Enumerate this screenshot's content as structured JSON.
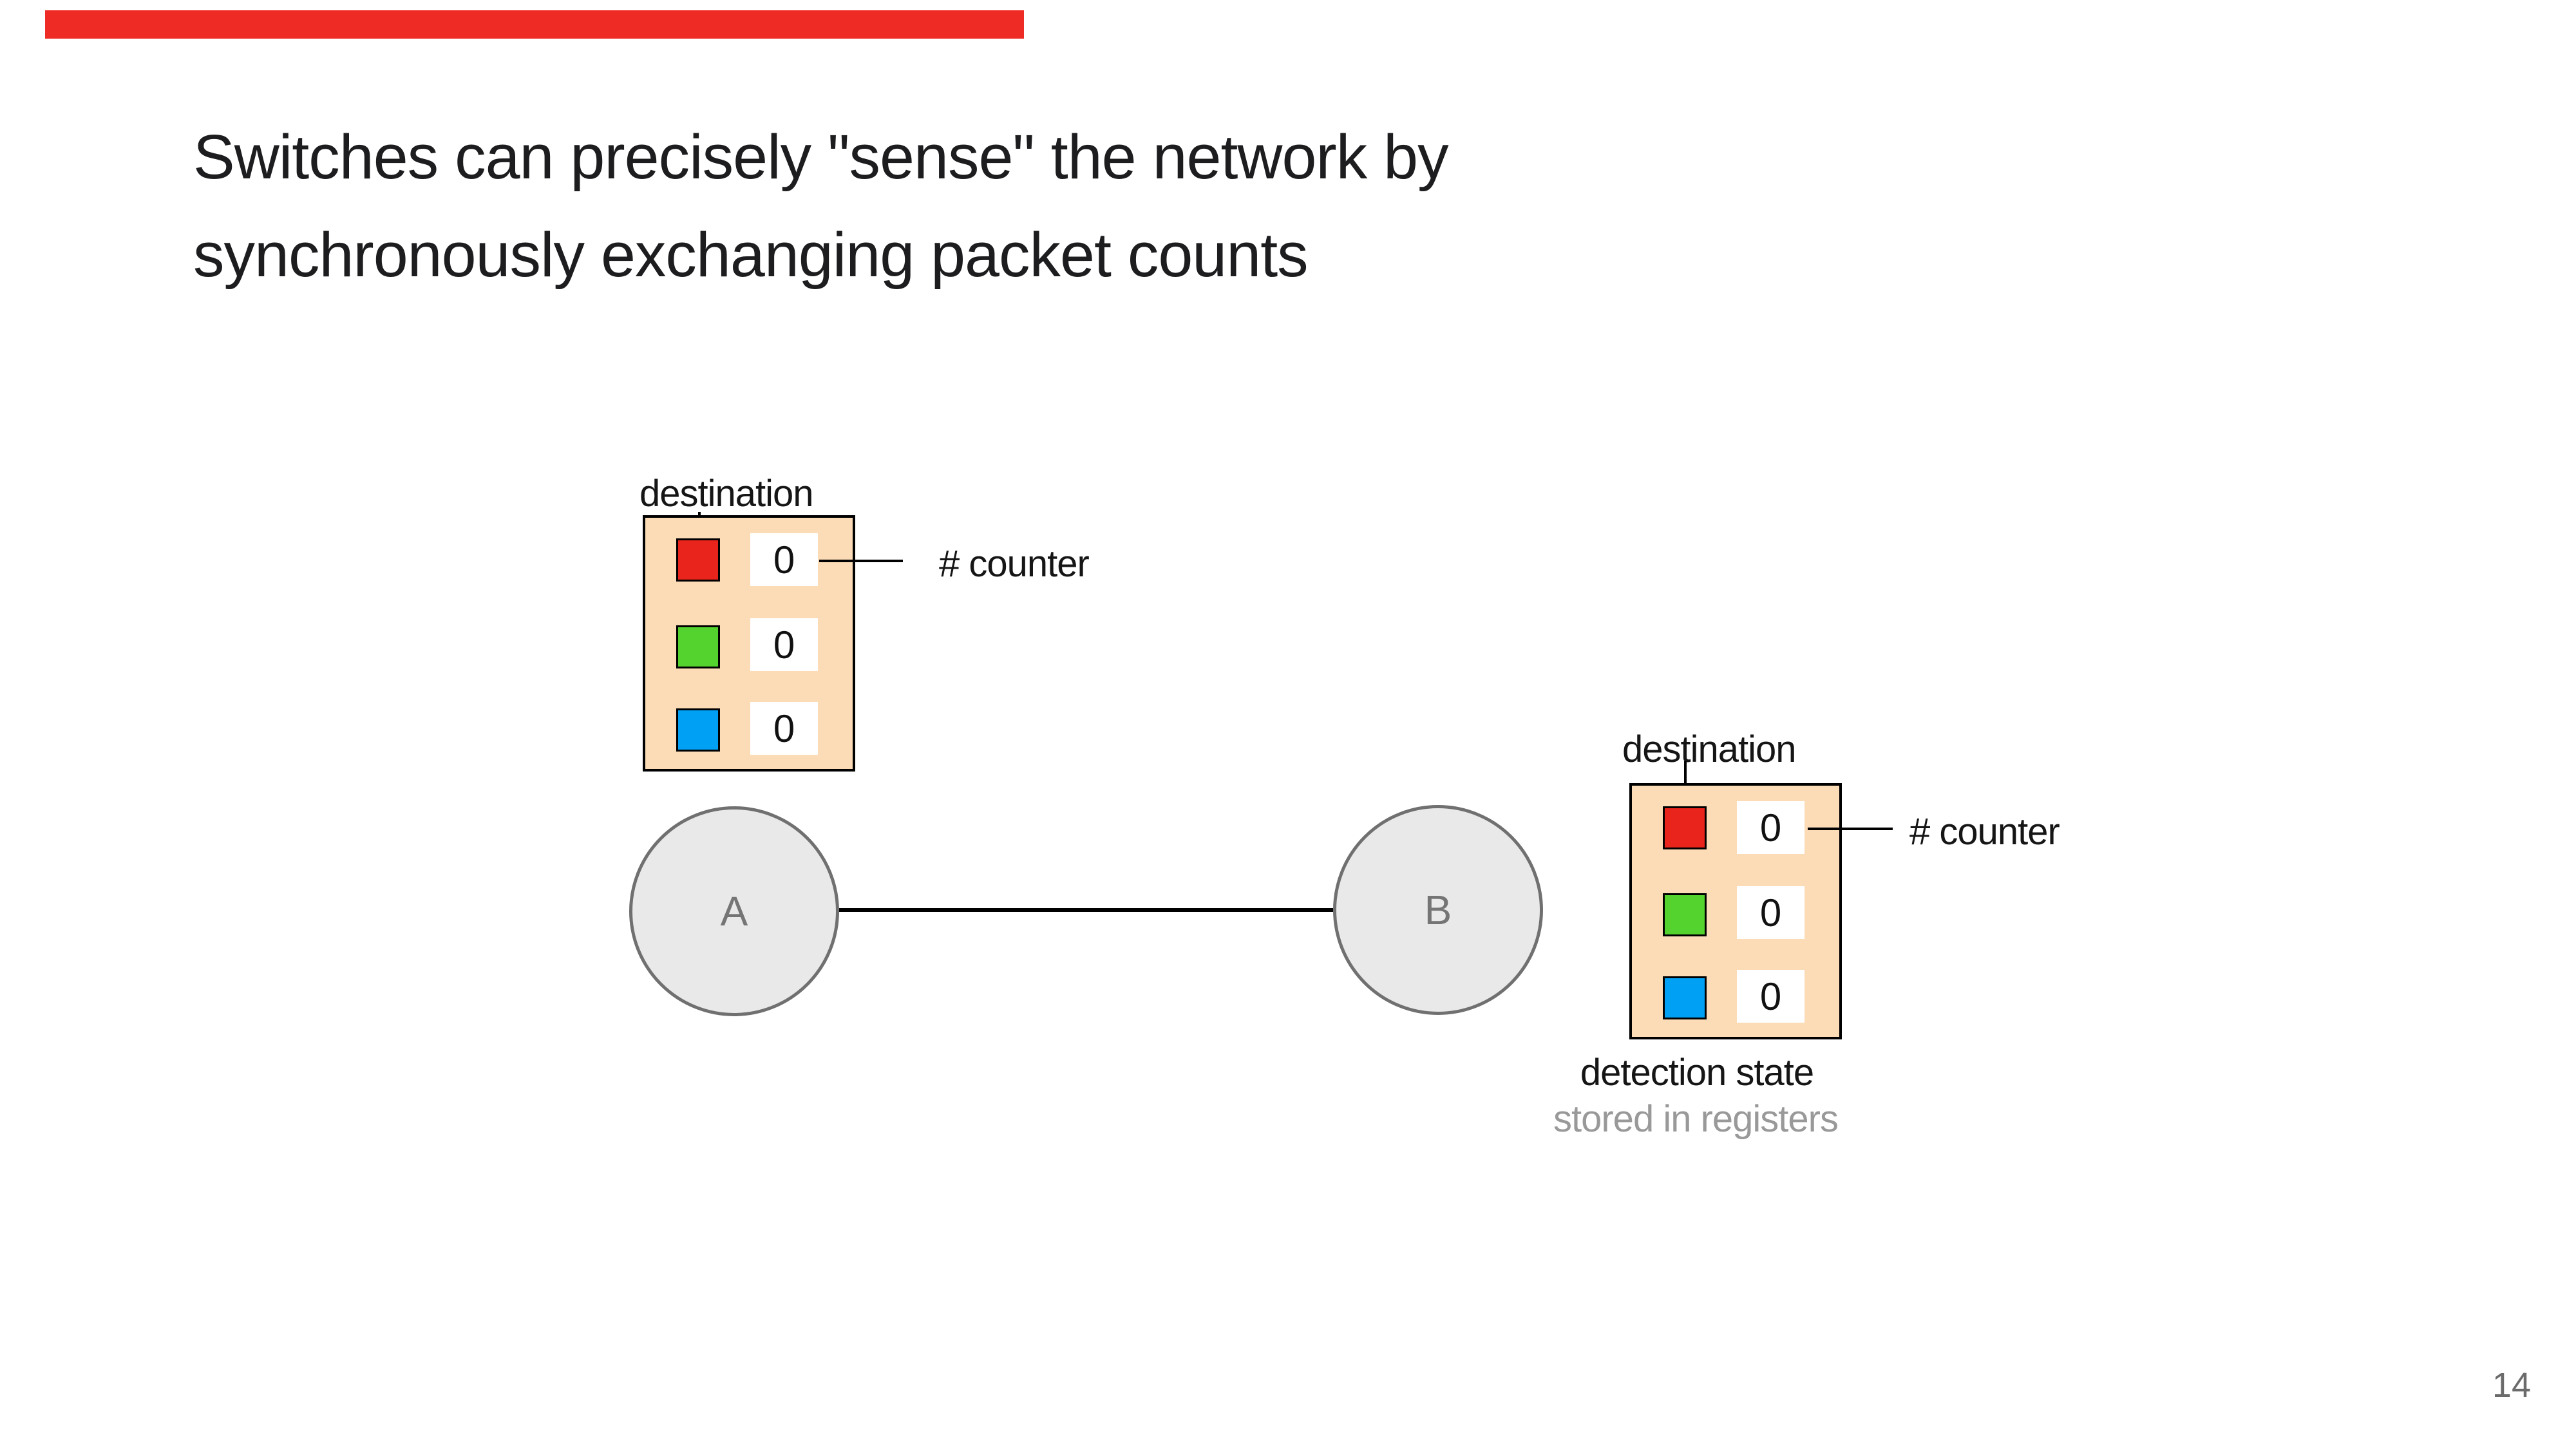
{
  "slide": {
    "title_line1": "Switches can precisely \"sense\" the network by",
    "title_line2": "synchronously exchanging packet counts",
    "page_number": "14",
    "progress_percent": 38
  },
  "colors": {
    "progress_bar": "#ee2b24",
    "table_fill": "#fbdcb7",
    "destination_red": "#e8241c",
    "destination_green": "#54d22e",
    "destination_blue": "#00a1f5",
    "node_fill": "#e9e9e9",
    "node_stroke": "#707070",
    "title_text": "#1d1d1f",
    "muted_text": "#999999",
    "page_number_text": "#6b6b6b"
  },
  "diagram": {
    "node_a": {
      "label": "A"
    },
    "node_b": {
      "label": "B"
    },
    "switch_a_table": {
      "destination_label": "destination",
      "counter_label": "# counter",
      "rows": [
        {
          "destination_color": "#e8241c",
          "count": "0"
        },
        {
          "destination_color": "#54d22e",
          "count": "0"
        },
        {
          "destination_color": "#00a1f5",
          "count": "0"
        }
      ]
    },
    "switch_b_table": {
      "destination_label": "destination",
      "counter_label": "# counter",
      "caption": "detection state",
      "caption_sub": "stored in registers",
      "rows": [
        {
          "destination_color": "#e8241c",
          "count": "0"
        },
        {
          "destination_color": "#54d22e",
          "count": "0"
        },
        {
          "destination_color": "#00a1f5",
          "count": "0"
        }
      ]
    }
  }
}
